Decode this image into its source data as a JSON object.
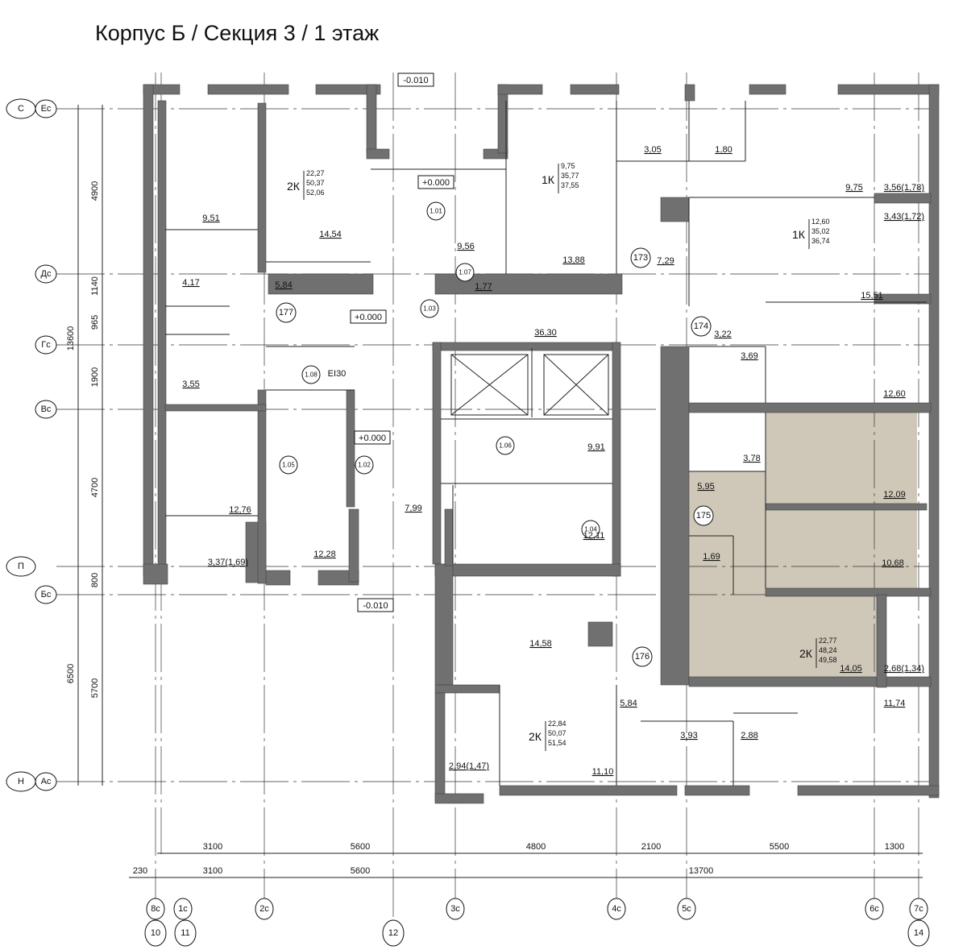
{
  "title": "Корпус Б / Секция 3 / 1 этаж",
  "row_axes": [
    {
      "outer": "С",
      "inner": "Ес"
    },
    {
      "inner": "Дс"
    },
    {
      "inner": "Гс"
    },
    {
      "inner": "Вс"
    },
    {
      "outer": "П"
    },
    {
      "inner": "Бс"
    },
    {
      "outer": "Н",
      "inner": "Ас"
    }
  ],
  "col_axes": [
    "8с",
    "1с",
    "2с",
    "3с",
    "4с",
    "5с",
    "6с",
    "7с"
  ],
  "col_axes_outer": [
    "10",
    "11",
    "12",
    "14"
  ],
  "dims_left_outer": [
    "13600",
    "6500"
  ],
  "dims_left_inner": [
    "4900",
    "1140",
    "965",
    "1900",
    "4700",
    "800",
    "5700"
  ],
  "dims_bottom_top": [
    "3100",
    "5600",
    "4800",
    "2100",
    "5500",
    "1300"
  ],
  "dims_bottom_low": [
    "230",
    "3100",
    "5600",
    "13700"
  ],
  "levels": [
    "-0.010",
    "+0.000",
    "+0.000",
    "+0.000",
    "-0.010"
  ],
  "door_rating": "EI30",
  "markers": [
    "1.01",
    "1.07",
    "1.03",
    "1.08",
    "1.05",
    "1.02",
    "1.06",
    "1.04"
  ],
  "unit_numbers": [
    "177",
    "173",
    "174",
    "175",
    "176"
  ],
  "apartments": [
    {
      "type": "2К",
      "living": "22,27",
      "total": "50,37",
      "total_full": "52,06"
    },
    {
      "type": "1К",
      "living": "9,75",
      "total": "35,77",
      "total_full": "37,55"
    },
    {
      "type": "1К",
      "living": "12,60",
      "total": "35,02",
      "total_full": "36,74"
    },
    {
      "type": "2К",
      "living": "22,77",
      "total": "48,24",
      "total_full": "49,58"
    },
    {
      "type": "2К",
      "living": "22,84",
      "total": "50,07",
      "total_full": "51,54"
    }
  ],
  "room_areas": [
    "9,51",
    "14,54",
    "9,56",
    "13,88",
    "3,05",
    "1,80",
    "9,75",
    "3,56(1,78)",
    "3,43(1,72)",
    "15,51",
    "4,17",
    "5,84",
    "1,77",
    "7,29",
    "36,30",
    "3,22",
    "3,69",
    "3,55",
    "12,60",
    "9,91",
    "3,78",
    "5,95",
    "12,09",
    "12,76",
    "7,99",
    "12,11",
    "1,69",
    "10,68",
    "3,37(1,69)",
    "12,28",
    "14,58",
    "14,05",
    "2,68(1,34)",
    "5,84",
    "11,74",
    "3,93",
    "2,88",
    "2,94(1,47)",
    "11,10"
  ],
  "colors": {
    "wall": "#707070",
    "highlight": "#cfc8b8"
  }
}
